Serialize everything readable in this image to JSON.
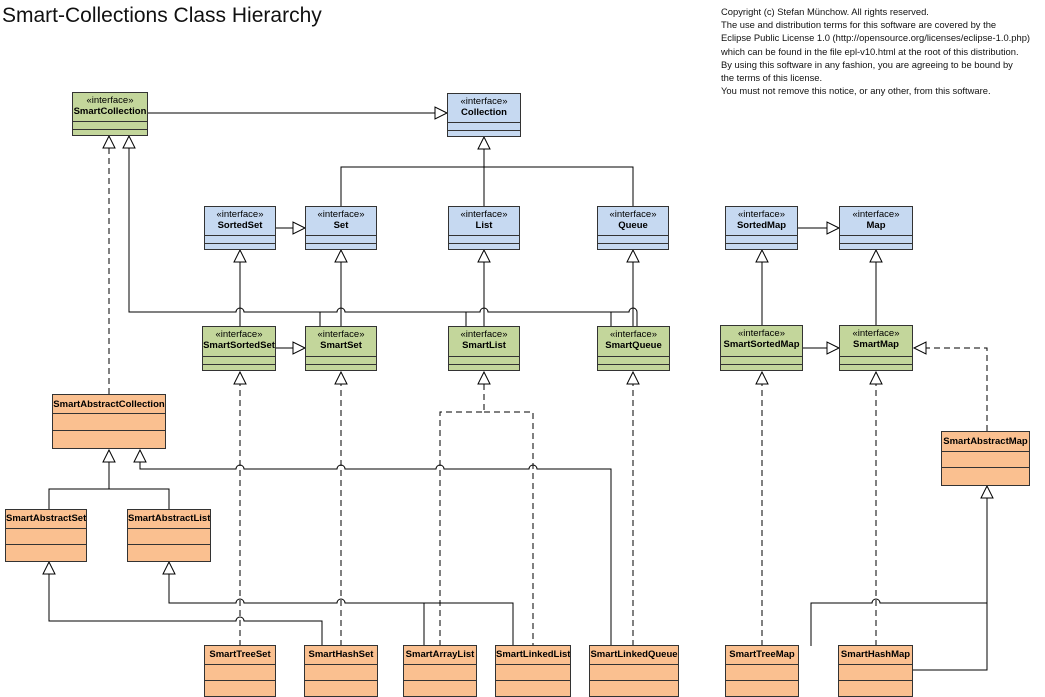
{
  "title": "Smart-Collections Class Hierarchy",
  "copyright": [
    "Copyright (c) Stefan Münchow. All rights reserved.",
    "The use and distribution terms for this software are covered by the",
    "Eclipse Public License 1.0 (http://opensource.org/licenses/eclipse-1.0.php)",
    "which can be found in the file epl-v10.html at the root of this distribution.",
    "By using this software in any fashion, you are agreeing to be bound by",
    "the terms of this license.",
    "You must not remove this notice, or any other, from this software."
  ],
  "stereotype": "«interface»",
  "colors": {
    "java_interface": "#c6d9f1",
    "smart_interface": "#c3d69b",
    "class": "#fac090",
    "line": "#000000"
  },
  "interfaces": {
    "smart_collection": "SmartCollection",
    "collection": "Collection",
    "sorted_set": "SortedSet",
    "set": "Set",
    "list": "List",
    "queue": "Queue",
    "sorted_map": "SortedMap",
    "map": "Map",
    "smart_sorted_set": "SmartSortedSet",
    "smart_set": "SmartSet",
    "smart_list": "SmartList",
    "smart_queue": "SmartQueue",
    "smart_sorted_map": "SmartSortedMap",
    "smart_map": "SmartMap"
  },
  "classes": {
    "smart_abstract_collection": "SmartAbstractCollection",
    "smart_abstract_set": "SmartAbstractSet",
    "smart_abstract_list": "SmartAbstractList",
    "smart_abstract_map": "SmartAbstractMap",
    "smart_tree_set": "SmartTreeSet",
    "smart_hash_set": "SmartHashSet",
    "smart_array_list": "SmartArrayList",
    "smart_linked_list": "SmartLinkedList",
    "smart_linked_queue": "SmartLinkedQueue",
    "smart_tree_map": "SmartTreeMap",
    "smart_hash_map": "SmartHashMap"
  }
}
